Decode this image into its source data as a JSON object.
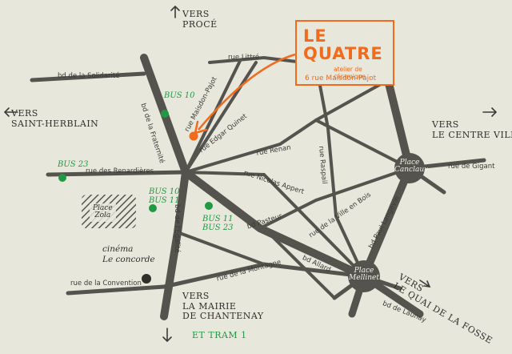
{
  "logo": {
    "line1": "LE",
    "line2": "QUATRE",
    "subtitle": "atelier de céramique",
    "address": "6 rue Maisdon-Pajot",
    "color": "#f26a1b"
  },
  "directions": {
    "proce": [
      "VERS",
      "PROCÉ"
    ],
    "saint_herblain": [
      "VERS",
      "SAINT-HERBLAIN"
    ],
    "centre_ville": [
      "VERS",
      "LE CENTRE VILLE"
    ],
    "quai": [
      "VERS",
      "LE QUAI DE LA FOSSE"
    ],
    "chantenay": [
      "VERS",
      "LA MAIRIE",
      "DE CHANTENAY"
    ],
    "tram": "ET TRAM 1"
  },
  "streets": {
    "solidarite": "bd de la Solidarité",
    "fraternite": "bd de la Fraternité",
    "maisdon_pajot": "rue Maisdon-Pajot",
    "littre": "rue Littré",
    "edgar_quinet": "rue Edgar Quinet",
    "renan": "rue Renan",
    "nicolas_appert": "rue Nicolas Appert",
    "raspail": "rue Raspail",
    "renardieres": "rue des Renardières",
    "pasteur": "bd Pasteur",
    "egalite": "bd de l'Égalité",
    "convention": "rue de la Convention",
    "montagne": "rue de la Montagne",
    "allard": "bd Allard",
    "ville": "rue de la Ville en Bois",
    "langevin": "bd Paul Langevin",
    "gigant": "rue de Gigant",
    "launay": "bd de Launay"
  },
  "places": {
    "zola": [
      "Place",
      "Zola"
    ],
    "canclaux": [
      "Place",
      "Canclaux"
    ],
    "mellinet": [
      "Place",
      "Mellinet"
    ]
  },
  "cinema": [
    "cinéma",
    "Le concorde"
  ],
  "bus": {
    "b10_top": "BUS 10",
    "b23_left": "BUS 23",
    "b10_11": [
      "BUS 10",
      "BUS 11"
    ],
    "b11_23": [
      "BUS 11",
      "BUS 23"
    ]
  },
  "colors": {
    "road": "#55534d",
    "bus": "#1f9a43",
    "accent": "#f26a1b",
    "background": "#e8e7dc"
  }
}
